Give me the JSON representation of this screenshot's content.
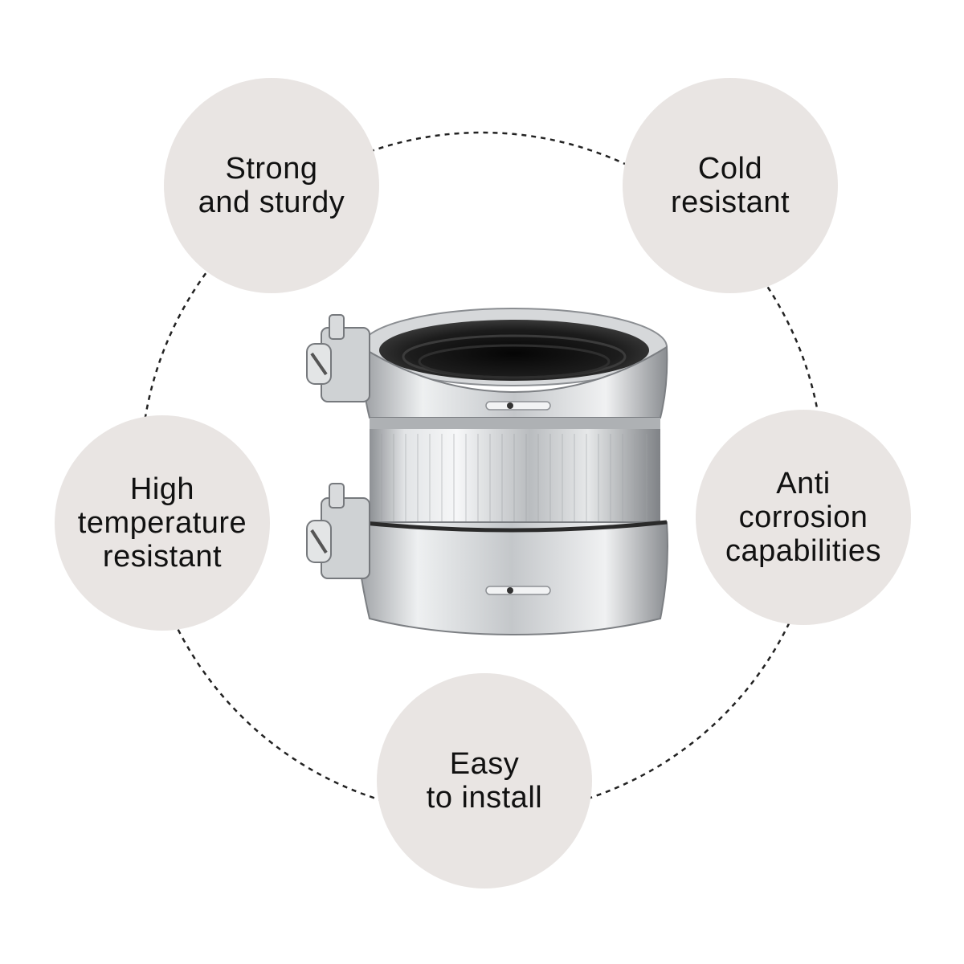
{
  "features": {
    "strong": "Strong\nand sturdy",
    "cold": "Cold\nresistant",
    "high": "High\ntemperature\nresistant",
    "anti": "Anti\ncorrosion\ncapabilities",
    "easy": "Easy\nto install"
  },
  "colors": {
    "bubble": "#e9e5e3",
    "text": "#111111",
    "ring": "#222222",
    "steel": "#c9cbcd",
    "rubber": "#1a1a1a"
  },
  "icons": {
    "product": "pipe-coupling-image"
  }
}
